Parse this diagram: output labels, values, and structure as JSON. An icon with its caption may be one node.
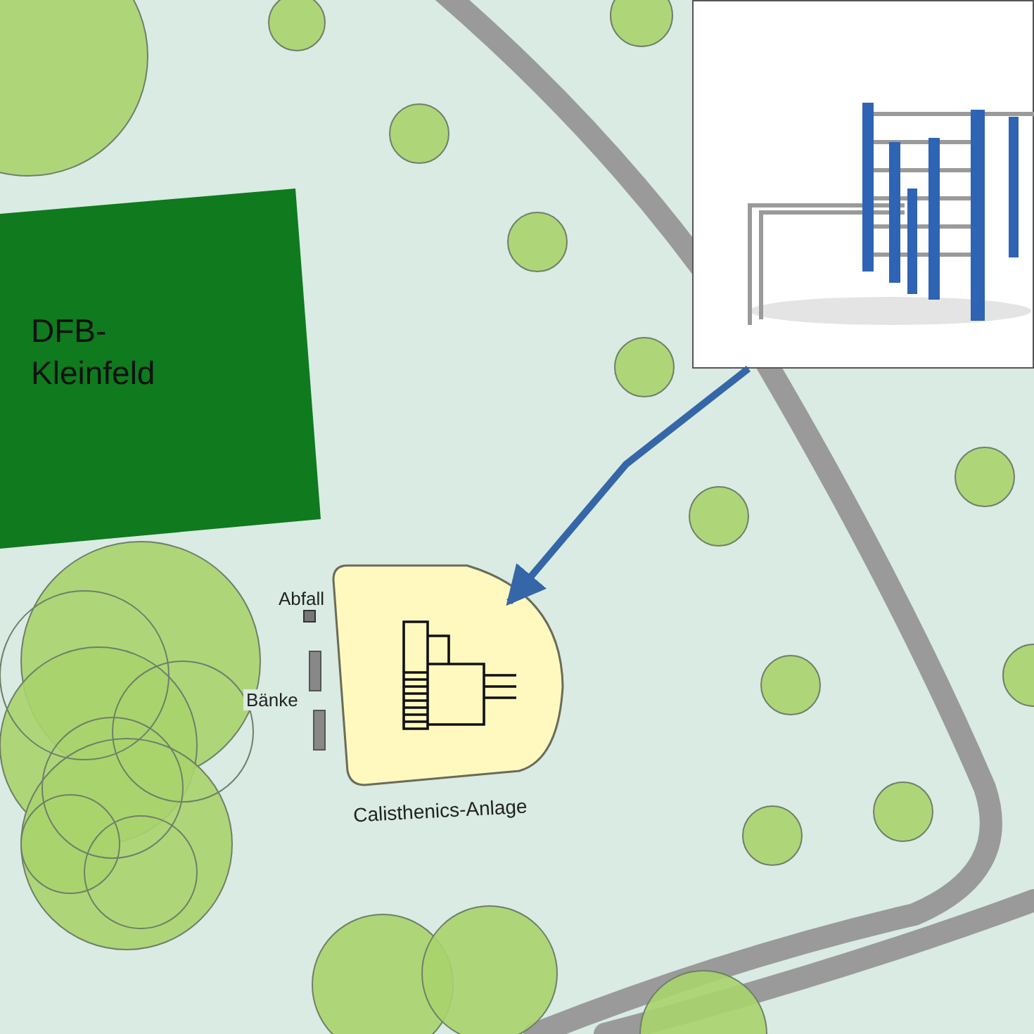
{
  "diagram": {
    "nodes": [
      {
        "text": [
          "DFB- Kleinfeld"
        ]
      },
      {
        "text": [],
        "shape": "picture"
      },
      {
        "text": [
          "Calisthenics-Anlage"
        ]
      }
    ],
    "edges": [
      {
        "from": 1,
        "to": 2,
        "arrow": "to",
        "color": "#3566a8"
      }
    ],
    "labels": [
      "Abfall",
      "Bänke"
    ]
  }
}
